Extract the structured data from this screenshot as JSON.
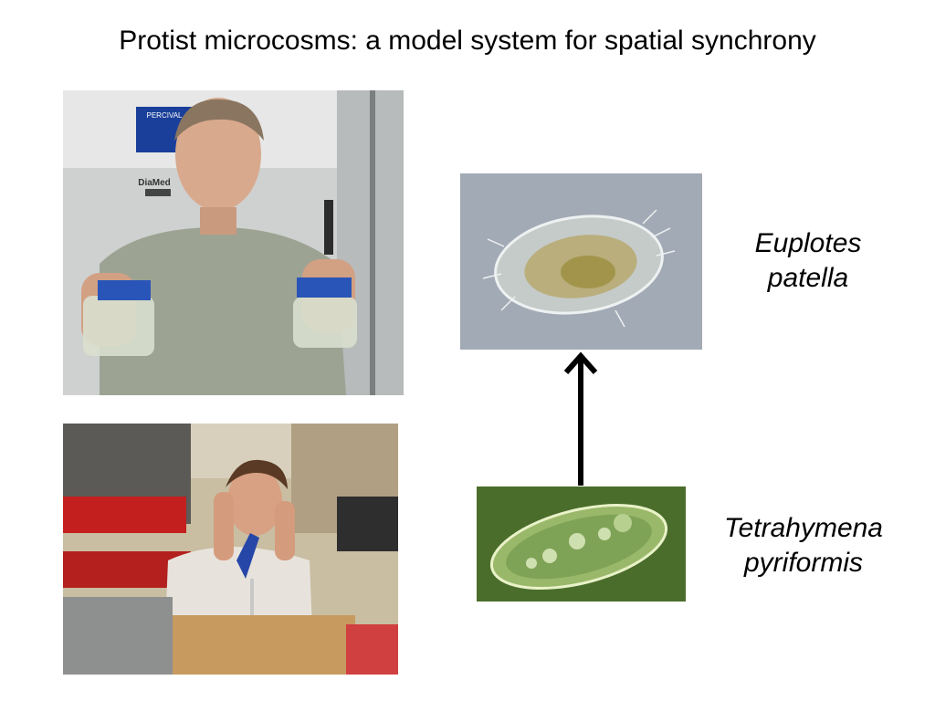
{
  "slide": {
    "title": "Protist microcosms: a model system for spatial synchrony"
  },
  "species": [
    {
      "genus": "Euplotes",
      "epithet": "patella"
    },
    {
      "genus": "Tetrahymena",
      "epithet": "pyriformis"
    }
  ],
  "photo_labels": {
    "incubator_brand": "PERCIVAL",
    "incubator_badge": "DiaMed"
  },
  "icons": {
    "arrow": "arrow-up-icon"
  }
}
